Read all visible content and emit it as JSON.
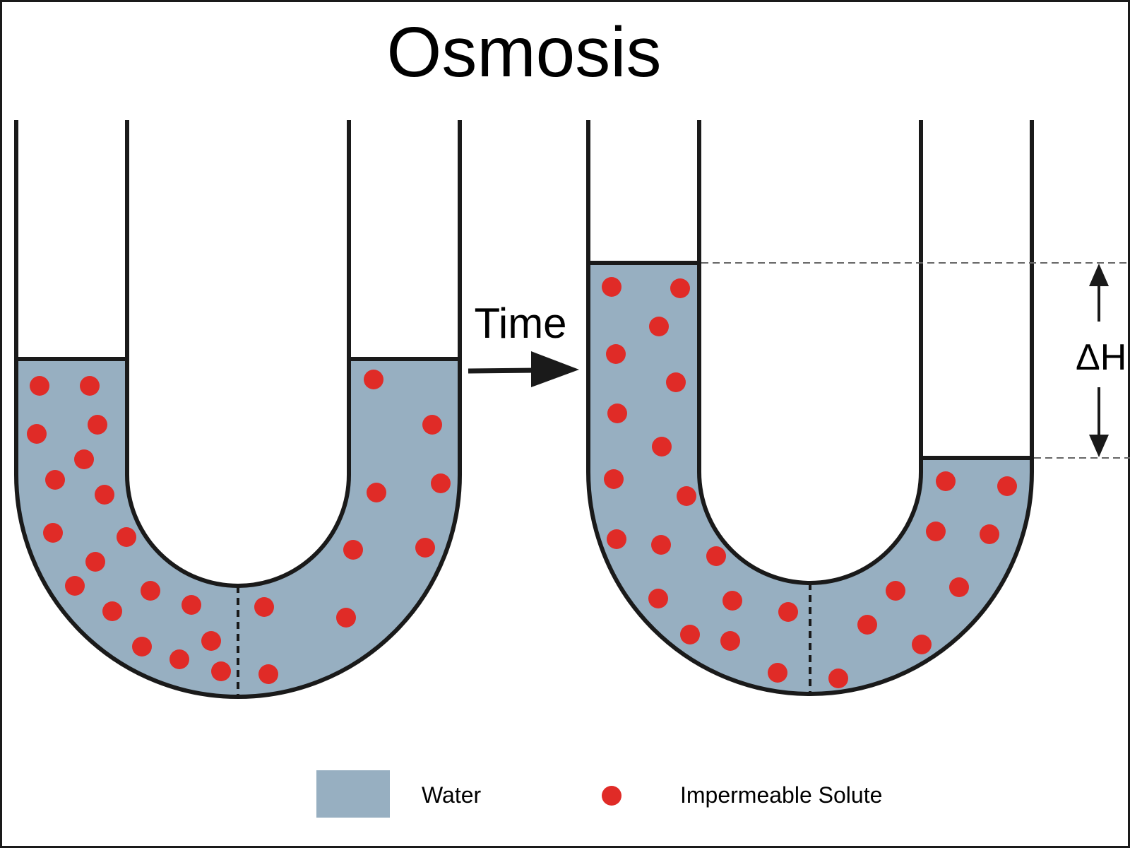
{
  "title": "Osmosis",
  "arrow_label": "Time",
  "height_label": "ΔH",
  "colors": {
    "water": "#97afc1",
    "solute": "#e02b27",
    "outline": "#1a1a1a",
    "guide": "#666666"
  },
  "legend": {
    "water_label": "Water",
    "solute_label": "Impermeable Solute"
  }
}
